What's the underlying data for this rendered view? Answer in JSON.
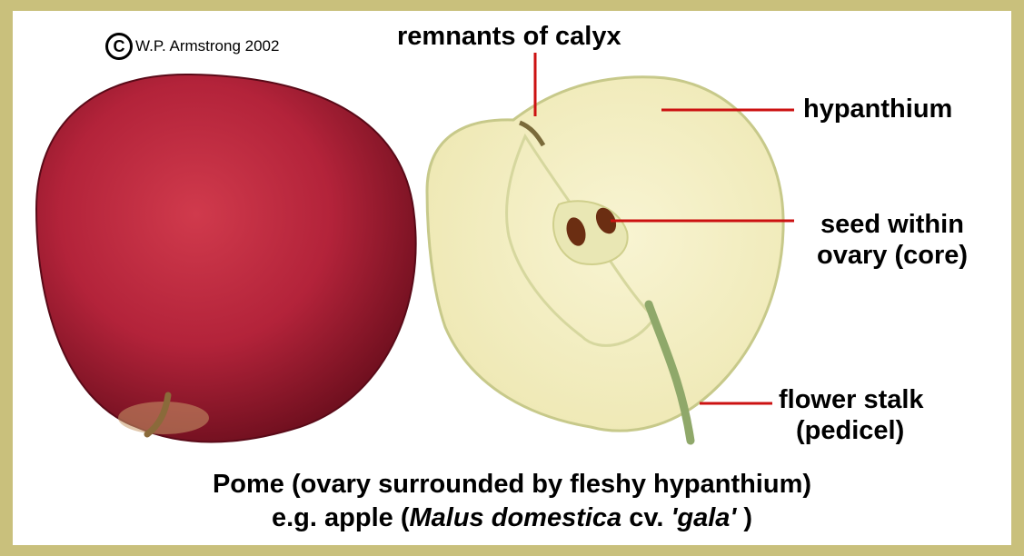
{
  "copyright": {
    "symbol": "C",
    "text": "W.P. Armstrong 2002"
  },
  "labels": {
    "calyx": "remnants of calyx",
    "hypanthium": "hypanthium",
    "seed_line1": "seed within",
    "seed_line2": "ovary (core)",
    "stalk_line1": "flower stalk",
    "stalk_line2": "(pedicel)"
  },
  "caption": {
    "line1": "Pome  (ovary surrounded by fleshy hypanthium)",
    "line2_prefix": "e.g. apple (",
    "line2_italic1": "Malus domestica",
    "line2_mid": " cv. ",
    "line2_italic2": "'gala'",
    "line2_suffix": " )"
  },
  "colors": {
    "border": "#c9c07c",
    "leader_lines": "#cc1111",
    "apple_red": "#b8243a",
    "flesh": "#f4f0c8"
  }
}
